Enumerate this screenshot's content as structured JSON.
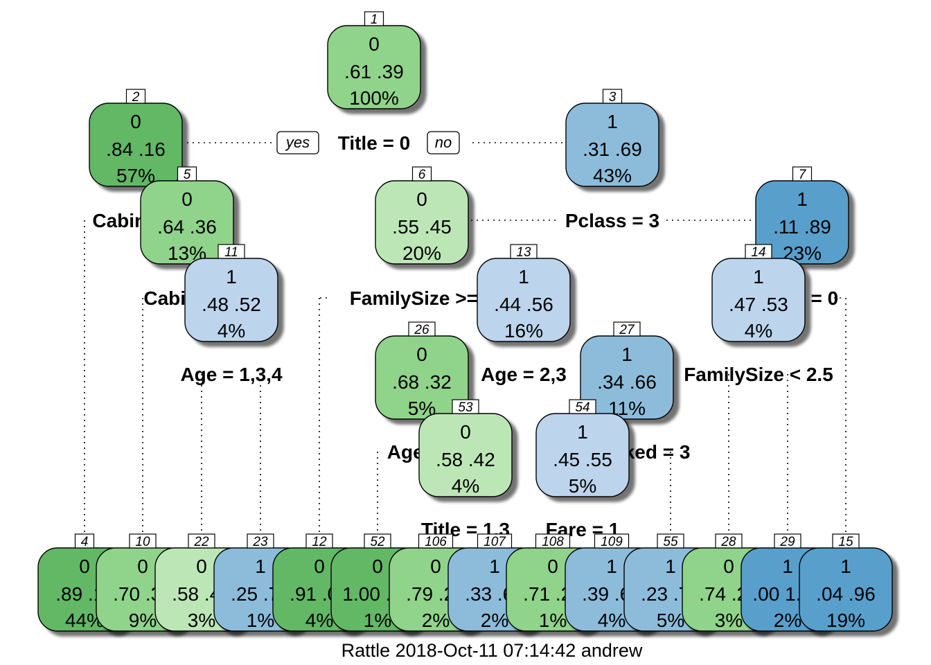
{
  "caption": "Rattle 2018-Oct-11 07:14:42 andrew",
  "yes_label": "yes",
  "no_label": "no",
  "colors": {
    "green_dark": "#62b865",
    "green_mid": "#90d38a",
    "green_light": "#bde6b7",
    "blue_pale": "#bcd4ec",
    "blue_mid": "#8dbcdb",
    "blue_dark": "#589fcc"
  },
  "nodes": [
    {
      "id": "1",
      "pred": "0",
      "probs": ".61  .39",
      "pct": "100%",
      "color": "green_mid"
    },
    {
      "id": "2",
      "pred": "0",
      "probs": ".84  .16",
      "pct": "57%",
      "color": "green_dark"
    },
    {
      "id": "3",
      "pred": "1",
      "probs": ".31  .69",
      "pct": "43%",
      "color": "blue_mid"
    },
    {
      "id": "5",
      "pred": "0",
      "probs": ".64  .36",
      "pct": "13%",
      "color": "green_mid"
    },
    {
      "id": "6",
      "pred": "0",
      "probs": ".55  .45",
      "pct": "20%",
      "color": "green_light"
    },
    {
      "id": "7",
      "pred": "1",
      "probs": ".11  .89",
      "pct": "23%",
      "color": "blue_dark"
    },
    {
      "id": "11",
      "pred": "1",
      "probs": ".48  .52",
      "pct": "4%",
      "color": "blue_pale"
    },
    {
      "id": "13",
      "pred": "1",
      "probs": ".44  .56",
      "pct": "16%",
      "color": "blue_pale"
    },
    {
      "id": "14",
      "pred": "1",
      "probs": ".47  .53",
      "pct": "4%",
      "color": "blue_pale"
    },
    {
      "id": "26",
      "pred": "0",
      "probs": ".68  .32",
      "pct": "5%",
      "color": "green_mid"
    },
    {
      "id": "27",
      "pred": "1",
      "probs": ".34  .66",
      "pct": "11%",
      "color": "blue_mid"
    },
    {
      "id": "53",
      "pred": "0",
      "probs": ".58  .42",
      "pct": "4%",
      "color": "green_light"
    },
    {
      "id": "54",
      "pred": "1",
      "probs": ".45  .55",
      "pct": "5%",
      "color": "blue_pale"
    },
    {
      "id": "4",
      "pred": "0",
      "probs": ".89  .11",
      "pct": "44%",
      "color": "green_dark"
    },
    {
      "id": "10",
      "pred": "0",
      "probs": ".70  .30",
      "pct": "9%",
      "color": "green_mid"
    },
    {
      "id": "22",
      "pred": "0",
      "probs": ".58  .42",
      "pct": "3%",
      "color": "green_light"
    },
    {
      "id": "23",
      "pred": "1",
      "probs": ".25  .75",
      "pct": "1%",
      "color": "blue_mid"
    },
    {
      "id": "12",
      "pred": "0",
      "probs": ".91  .09",
      "pct": "4%",
      "color": "green_dark"
    },
    {
      "id": "52",
      "pred": "0",
      "probs": "1.00  .00",
      "pct": "1%",
      "color": "green_dark"
    },
    {
      "id": "106",
      "pred": "0",
      "probs": ".79  .21",
      "pct": "2%",
      "color": "green_mid"
    },
    {
      "id": "107",
      "pred": "1",
      "probs": ".33  .67",
      "pct": "2%",
      "color": "blue_mid"
    },
    {
      "id": "108",
      "pred": "0",
      "probs": ".71  .29",
      "pct": "1%",
      "color": "green_mid"
    },
    {
      "id": "109",
      "pred": "1",
      "probs": ".39  .61",
      "pct": "4%",
      "color": "blue_mid"
    },
    {
      "id": "55",
      "pred": "1",
      "probs": ".23  .77",
      "pct": "5%",
      "color": "blue_mid"
    },
    {
      "id": "28",
      "pred": "0",
      "probs": ".74  .26",
      "pct": "3%",
      "color": "green_mid"
    },
    {
      "id": "29",
      "pred": "1",
      "probs": ".00  1.00",
      "pct": "2%",
      "color": "blue_dark"
    },
    {
      "id": "15",
      "pred": "1",
      "probs": ".04  .96",
      "pct": "19%",
      "color": "blue_dark"
    }
  ],
  "splits": [
    {
      "key": "s1",
      "label": "Title = 0"
    },
    {
      "key": "s2",
      "label": "Cabin = 2"
    },
    {
      "key": "s3",
      "label": "Pclass = 3"
    },
    {
      "key": "s5",
      "label": "Cabin = 2"
    },
    {
      "key": "s6",
      "label": "FamilySize >= 4"
    },
    {
      "key": "s7",
      "label": "Title = 0"
    },
    {
      "key": "s11",
      "label": "Age = 1,3,4"
    },
    {
      "key": "s13",
      "label": "Age = 2,3"
    },
    {
      "key": "s14",
      "label": "FamilySize < 2.5"
    },
    {
      "key": "s26",
      "label": "Age = 4"
    },
    {
      "key": "s27",
      "label": "Embarked = 3"
    },
    {
      "key": "s53",
      "label": "Title = 1,3"
    },
    {
      "key": "s54",
      "label": "Fare = 1"
    }
  ]
}
